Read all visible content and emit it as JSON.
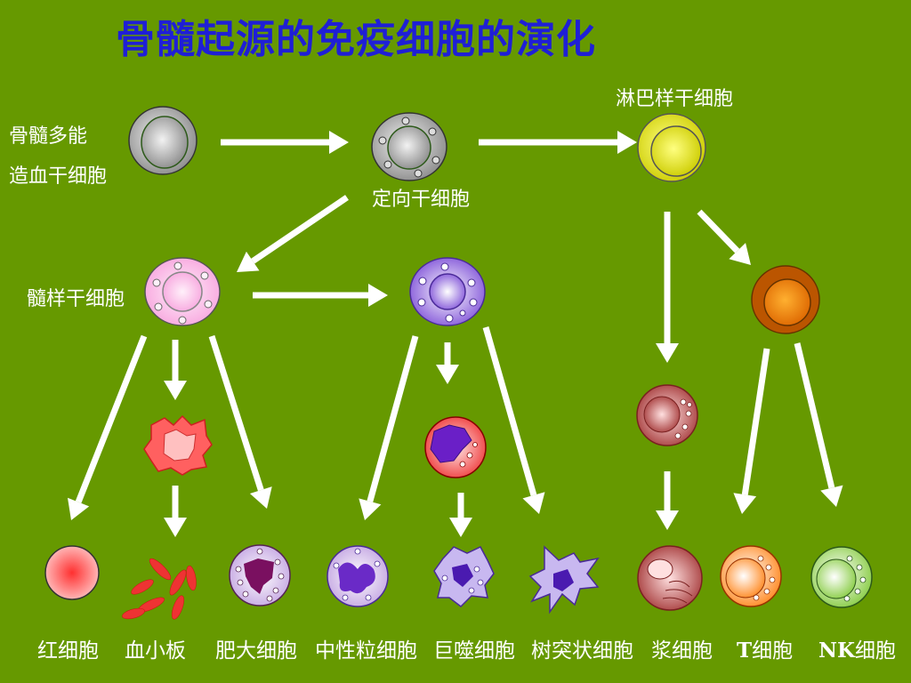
{
  "title": "骨髓起源的免疫细胞的演化",
  "nodes": {
    "hsc_line1": "骨髓多能",
    "hsc_line2": "造血干细胞",
    "committed": "定向干细胞",
    "lymphoid": "淋巴样干细胞",
    "myeloid": "髓样干细胞"
  },
  "cells": [
    {
      "t1": "",
      "t2": "红细胞"
    },
    {
      "t1": "",
      "t2": "血小板"
    },
    {
      "t1": "",
      "t2": "肥大细胞"
    },
    {
      "t1": "",
      "t2": "中性粒细胞"
    },
    {
      "t1": "",
      "t2": "巨噬细胞"
    },
    {
      "t1": "",
      "t2": "树突状细胞"
    },
    {
      "t1": "",
      "t2": "浆细胞"
    },
    {
      "t1": "T",
      "t2": "细胞"
    },
    {
      "t1": "NK",
      "t2": "细胞"
    }
  ],
  "colors": {
    "background": "#669900",
    "title": "#1f1fd6",
    "arrow": "#ffffff"
  }
}
